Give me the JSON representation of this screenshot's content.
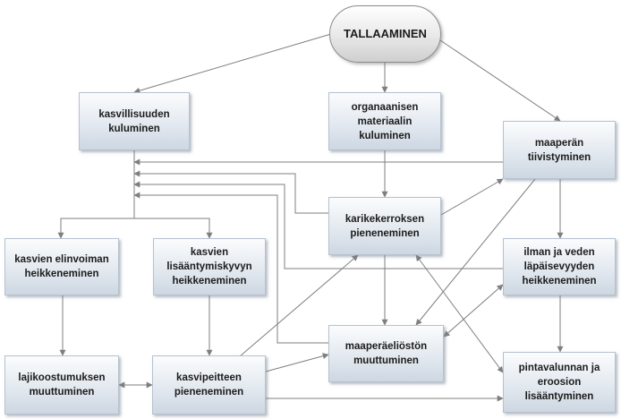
{
  "nodes": {
    "tallaaminen": "TALLAAMINEN",
    "kasvillisuus": "kasvillisuuden\nkuluminen",
    "organaaninen": "organaanisen\nmateriaalin\nkuluminen",
    "maaperan_tiivistyminen": "maaperän\ntiivistyminen",
    "karikekerros": "karikekerroksen\npieneneminen",
    "elinvoima": "kasvien elinvoiman\nheikkeneminen",
    "lisaantymiskyky": "kasvien\nlisääntymiskyvyn\nheikkeneminen",
    "ilma_vesi": "ilman ja veden\nläpäisevyyden\nheikkeneminen",
    "lajikoostumus": "lajikoostumuksen\nmuuttuminen",
    "kasvipeite": "kasvipeitteen\npieneneminen",
    "maaperaeliosto": "maaperäeliöstön\nmuuttuminen",
    "pintavalunta": "pintavalunnan ja\neroosion\nlisääntyminen"
  },
  "colors": {
    "arrow": "#7f7f7f"
  }
}
